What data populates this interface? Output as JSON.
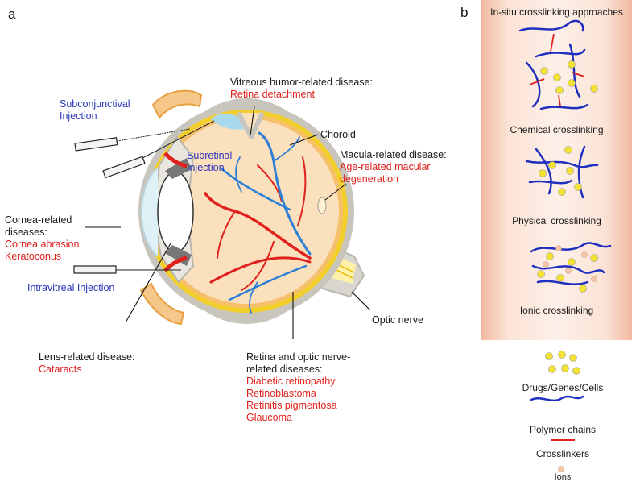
{
  "panels": {
    "a": "a",
    "b": "b"
  },
  "injections": {
    "subconjunctival": [
      "Subconjunctival",
      "Injection"
    ],
    "subretinal": [
      "Subretinal",
      "Injection"
    ],
    "intravitreal": "Intravitreal Injection"
  },
  "structures": {
    "choroid": "Choroid",
    "optic_nerve": "Optic nerve"
  },
  "diseases": {
    "vitreous": {
      "title": "Vitreous humor-related disease:",
      "items": [
        "Retina detachment"
      ]
    },
    "macula": {
      "title": "Macula-related disease:",
      "items": [
        "Age-related macular",
        "degeneration"
      ]
    },
    "cornea": {
      "title": [
        "Cornea-related",
        "diseases:"
      ],
      "items": [
        "Cornea abrasion",
        "Keratoconus"
      ]
    },
    "lens": {
      "title": "Lens-related disease:",
      "items": [
        "Cataracts"
      ]
    },
    "retina": {
      "title": [
        "Retina and optic nerve-",
        "related diseases:"
      ],
      "items": [
        "Diabetic retinopathy",
        "Retinoblastoma",
        "Retinitis pigmentosa",
        "Glaucoma"
      ]
    }
  },
  "crosslinking": {
    "title": "In-situ crosslinking approaches",
    "approaches": [
      "Chemical crosslinking",
      "Physical crosslinking",
      "Ionic crosslinking"
    ]
  },
  "legend": [
    "Drugs/Genes/Cells",
    "Polymer chains",
    "Crosslinkers",
    "Ions"
  ],
  "colors": {
    "polymer": "#1f2fbf",
    "crosslinker": "#e0201c",
    "drug": "#f2e233",
    "ion": "#f4c7a8",
    "red_text": "#e0201c",
    "blue_text": "#2a36b8",
    "eye_fill": "#fbe0bd",
    "sclera": "#c8c5bd",
    "retina_layer": "#f3cf2e"
  }
}
